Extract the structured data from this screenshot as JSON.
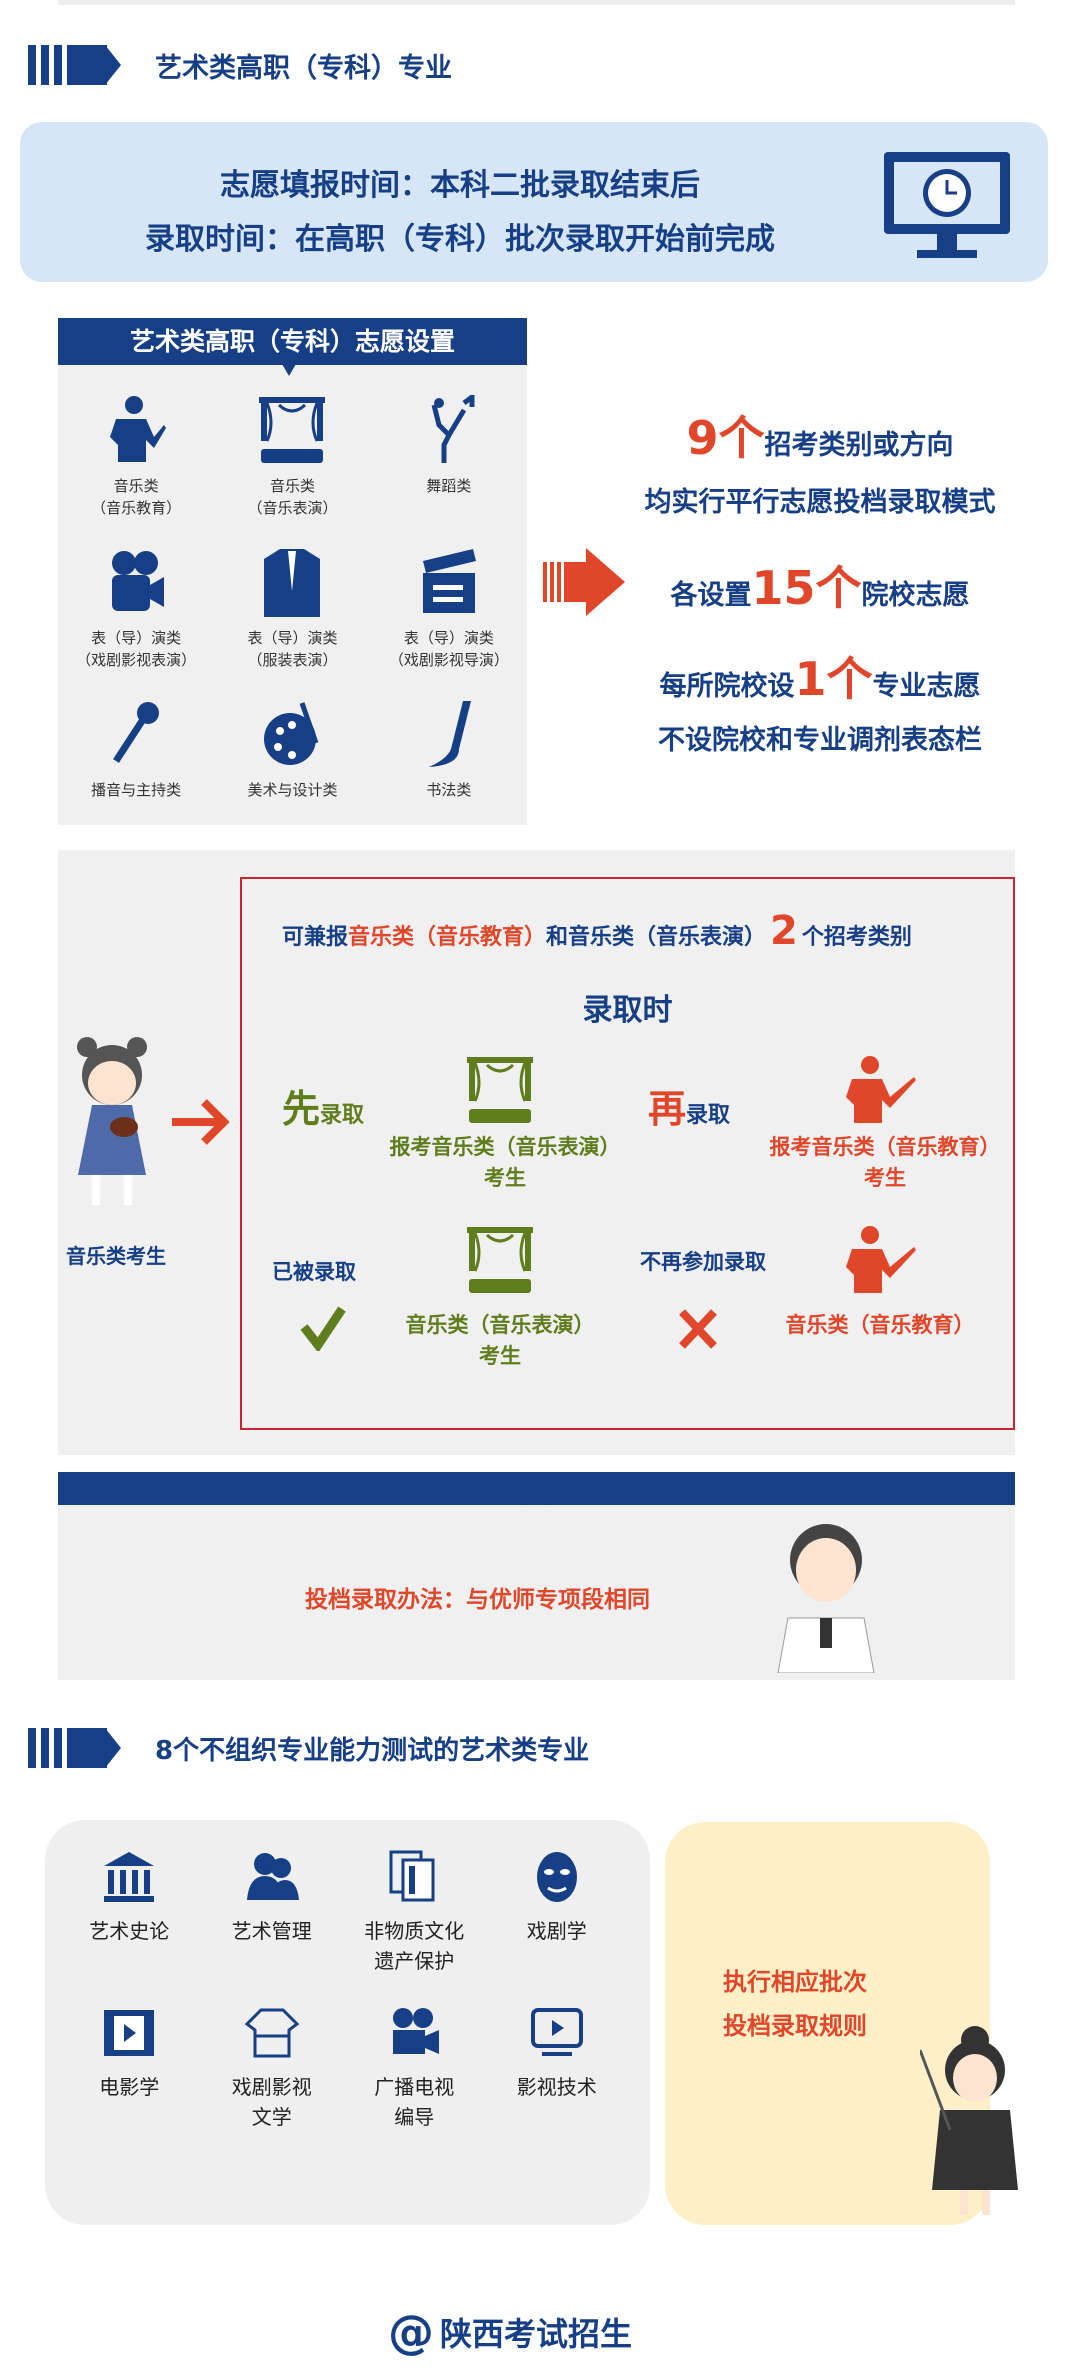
{
  "section1": {
    "title": "艺术类高职（专科）专业"
  },
  "info": {
    "line1": "志愿填报时间：本科二批录取结束后",
    "line2": "录取时间：在高职（专科）批次录取开始前完成"
  },
  "settings": {
    "header": "艺术类高职（专科）志愿设置",
    "items": [
      {
        "l1": "音乐类",
        "l2": "（音乐教育）"
      },
      {
        "l1": "音乐类",
        "l2": "（音乐表演）"
      },
      {
        "l1": "舞蹈类",
        "l2": ""
      },
      {
        "l1": "表（导）演类",
        "l2": "（戏剧影视表演）"
      },
      {
        "l1": "表（导）演类",
        "l2": "（服装表演）"
      },
      {
        "l1": "表（导）演类",
        "l2": "（戏剧影视导演）"
      },
      {
        "l1": "播音与主持类",
        "l2": ""
      },
      {
        "l1": "美术与设计类",
        "l2": ""
      },
      {
        "l1": "书法类",
        "l2": ""
      }
    ]
  },
  "summary": {
    "n1": "9个",
    "t1": "招考类别或方向",
    "line2": "均实行平行志愿投档录取模式",
    "p3": "各设置",
    "n3": "15个",
    "t3": "院校志愿",
    "p4": "每所院校设",
    "n4": "1个",
    "t4": "专业志愿",
    "line5": "不设院校和专业调剂表态栏"
  },
  "music": {
    "student": "音乐类考生",
    "top": {
      "a": "可兼报",
      "b": "音乐类（音乐教育）",
      "c": "和音乐类（音乐表演）",
      "n": "2",
      "d": "个招考类别"
    },
    "when": "录取时",
    "first_big": "先",
    "first": "录取",
    "first_cat1": "报考音乐类（音乐表演）",
    "first_cat2": "考生",
    "then_big": "再",
    "then": "录取",
    "then_cat1": "报考音乐类（音乐教育）",
    "then_cat2": "考生",
    "admitted": "已被录取",
    "admitted_cat1": "音乐类（音乐表演）",
    "admitted_cat2": "考生",
    "no_more": "不再参加录取",
    "no_more_cat": "音乐类（音乐教育）"
  },
  "method": {
    "label": "投档录取办法：与优师专项段相同"
  },
  "section2": {
    "title": "8个不组织专业能力测试的艺术类专业",
    "majors": [
      {
        "l1": "艺术史论",
        "l2": ""
      },
      {
        "l1": "艺术管理",
        "l2": ""
      },
      {
        "l1": "非物质文化",
        "l2": "遗产保护"
      },
      {
        "l1": "戏剧学",
        "l2": ""
      },
      {
        "l1": "电影学",
        "l2": ""
      },
      {
        "l1": "戏剧影视",
        "l2": "文学"
      },
      {
        "l1": "广播电视",
        "l2": "编导"
      },
      {
        "l1": "影视技术",
        "l2": ""
      }
    ],
    "rule1": "执行相应批次",
    "rule2": "投档录取规则"
  },
  "footer": {
    "logo": "陕西考试招生"
  },
  "colors": {
    "navy": "#163f86",
    "red": "#e0472a",
    "green": "#5f7d1d",
    "lightblue": "#d6e6f6",
    "cream": "#fdf0c8"
  }
}
